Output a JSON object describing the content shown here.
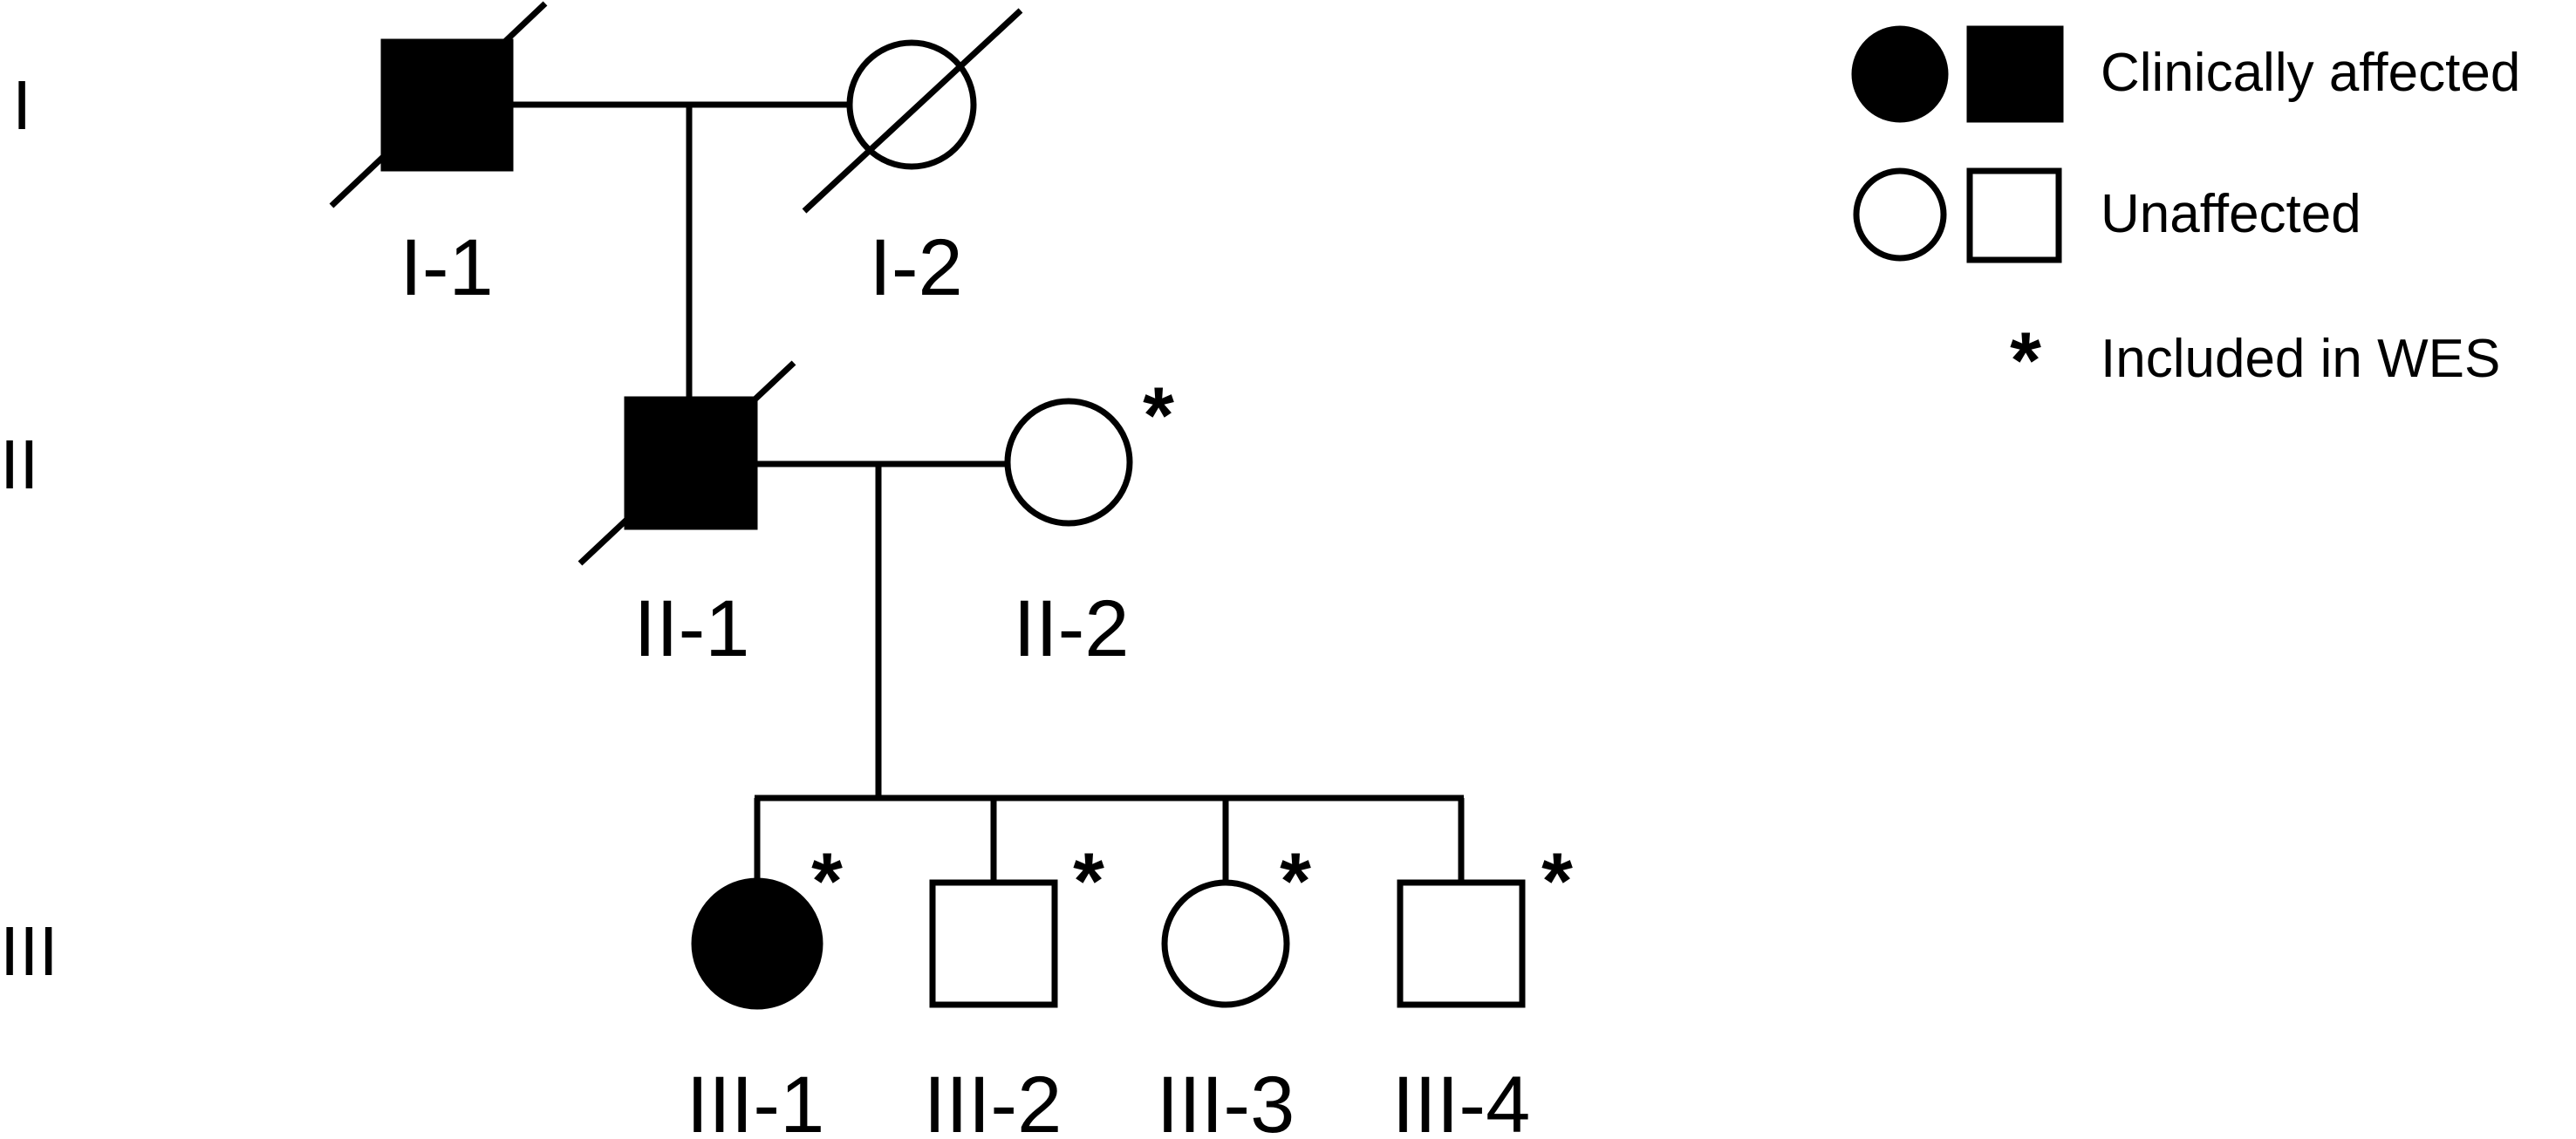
{
  "generations": {
    "g1": "I",
    "g2": "II",
    "g3": "III"
  },
  "individuals": [
    {
      "id": "I-1",
      "sex": "male",
      "affected": true,
      "deceased": true,
      "wes": false
    },
    {
      "id": "I-2",
      "sex": "female",
      "affected": false,
      "deceased": true,
      "wes": false
    },
    {
      "id": "II-1",
      "sex": "male",
      "affected": true,
      "deceased": true,
      "wes": false
    },
    {
      "id": "II-2",
      "sex": "female",
      "affected": false,
      "deceased": false,
      "wes": true
    },
    {
      "id": "III-1",
      "sex": "female",
      "affected": true,
      "deceased": false,
      "wes": true
    },
    {
      "id": "III-2",
      "sex": "male",
      "affected": false,
      "deceased": false,
      "wes": true
    },
    {
      "id": "III-3",
      "sex": "female",
      "affected": false,
      "deceased": false,
      "wes": true
    },
    {
      "id": "III-4",
      "sex": "male",
      "affected": false,
      "deceased": false,
      "wes": true
    }
  ],
  "wes_marker": "*",
  "legend": {
    "affected": "Clinically affected",
    "unaffected": "Unaffected",
    "wes_symbol": "*",
    "wes": "Included in WES"
  },
  "colors": {
    "affected_fill": "#000000",
    "unaffected_fill": "#ffffff",
    "stroke": "#000000"
  }
}
